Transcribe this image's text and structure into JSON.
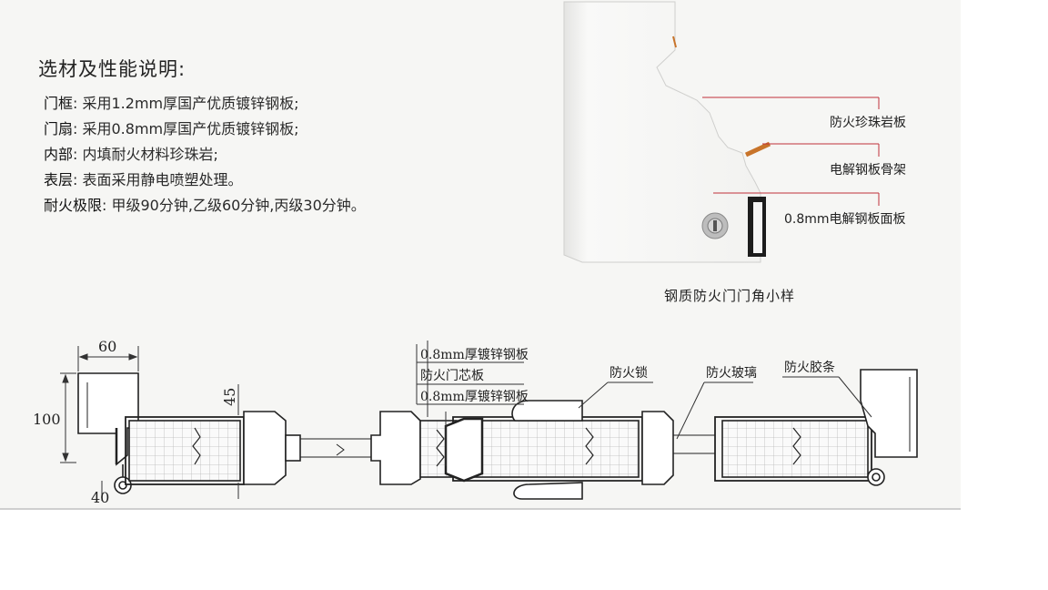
{
  "spec": {
    "title": "选材及性能说明:",
    "items": [
      {
        "key": "门框",
        "sep": ":",
        "value": "采用1.2mm厚国产优质镀锌钢板;"
      },
      {
        "key": "门扇",
        "sep": ":",
        "value": "采用0.8mm厚国产优质镀锌钢板;"
      },
      {
        "key": "内部",
        "sep": ":",
        "value": "内填耐火材料珍珠岩;"
      },
      {
        "key": "表层",
        "sep": ":",
        "value": "表面采用静电喷塑处理。"
      },
      {
        "key": "耐火极限",
        "sep": ":",
        "value": "甲级90分钟,乙级60分钟,丙级30分钟。"
      }
    ]
  },
  "sample": {
    "caption": "钢质防火门门角小样",
    "callouts": [
      "防火珍珠岩板",
      "电解钢板骨架",
      "0.8mm电解钢板面板"
    ]
  },
  "section": {
    "dims": {
      "frame_width": "60",
      "frame_height": "100",
      "frame_depth": "40",
      "leaf_thickness": "45"
    },
    "labels": {
      "face1": "0.8mm厚镀锌钢板",
      "core": "防火门芯板",
      "face2": "0.8mm厚镀锌钢板",
      "lock": "防火锁",
      "glass": "防火玻璃",
      "strip": "防火胶条"
    }
  },
  "colors": {
    "ink": "#222222",
    "edge": "#c8742a",
    "line": "#c0303a"
  }
}
